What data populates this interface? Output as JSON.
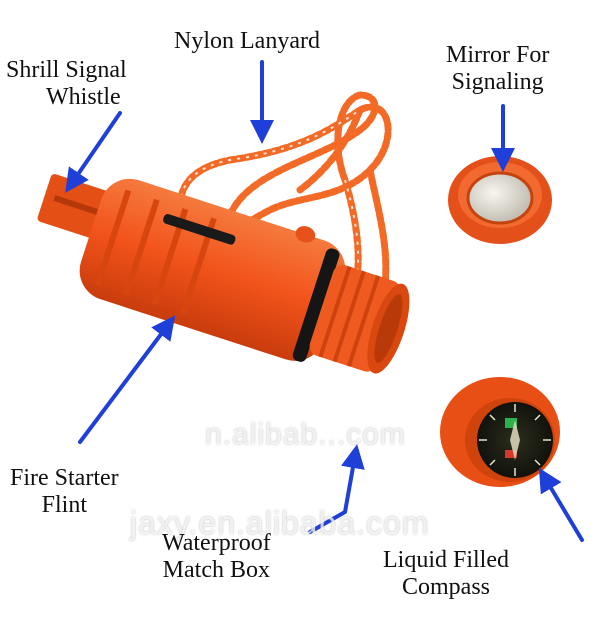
{
  "labels": {
    "whistle": [
      "Shrill Signal",
      "Whistle"
    ],
    "lanyard": [
      "Nylon Lanyard"
    ],
    "mirror": [
      "Mirror For",
      "Signaling"
    ],
    "flint": [
      "Fire Starter",
      "Flint"
    ],
    "matchbox": [
      "Waterproof",
      "Match Box"
    ],
    "compass": [
      "Liquid Filled",
      "Compass"
    ]
  },
  "watermarks": {
    "center": "n.alibab...com",
    "lower": "jaxy.en.alibaba.com"
  },
  "colors": {
    "body_orange": "#f2531b",
    "arrow_blue": "#1e3fd8",
    "lanyard_orange": "#f26a25"
  },
  "icons": [
    "whistle",
    "lanyard",
    "mirror",
    "compass"
  ]
}
